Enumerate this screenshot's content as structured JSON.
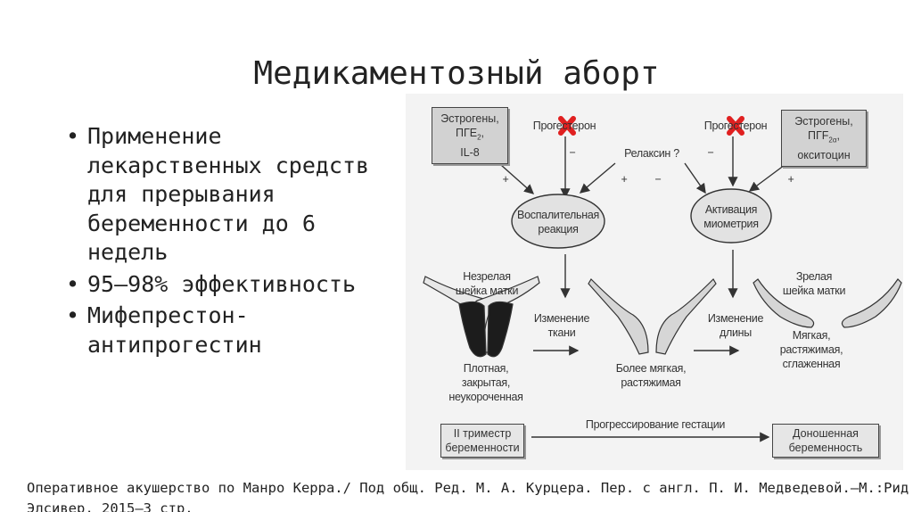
{
  "title": "Медикаментозный аборт",
  "bullets": [
    "Применение лекарственных средств для прерывания беременности до 6 недель",
    "95–98% эффективность",
    "Мифепрестон-антипрогестин"
  ],
  "bullet_symbol": "•",
  "citation": "Оперативное акушерство по Манро Керра./ Под общ. Ред. М. А. Курцера. Пер. с англ. П. И. Медведевой.–М.:Рид Элсивер, 2015–3 стр.",
  "diagram": {
    "left_box": {
      "line1": "Эстрогены,",
      "line2": "ПГЕ",
      "line2_sub": "2",
      "line2_tail": ",",
      "line3": "IL-8"
    },
    "right_box": {
      "line1": "Эстрогены,",
      "line2": "ПГF",
      "line2_sub": "2α",
      "line2_tail": ",",
      "line3": "окситоцин"
    },
    "progesterone_left": "Прогестерон",
    "progesterone_right": "Прогестерон",
    "relaxin": "Релаксин ?",
    "plus": "+",
    "minus": "−",
    "ellipse_left": [
      "Воспалительная",
      "реакция"
    ],
    "ellipse_right": [
      "Активация",
      "миометрия"
    ],
    "immature_label": [
      "Незрелая",
      "шейка матки"
    ],
    "mature_label": [
      "Зрелая",
      "шейка матки"
    ],
    "tissue_change": [
      "Изменение",
      "ткани"
    ],
    "length_change": [
      "Изменение",
      "длины"
    ],
    "immature_desc": [
      "Плотная,",
      "закрытая,",
      "неукороченная"
    ],
    "middle_desc": [
      "Более мягкая,",
      "растяжимая"
    ],
    "mature_desc": [
      "Мягкая,",
      "растяжимая,",
      "сглаженная"
    ],
    "progression": "Прогрессирование гестации",
    "start_box": [
      "II триместр",
      "беременности"
    ],
    "end_box": [
      "Доношенная",
      "беременность"
    ],
    "block_color": "#e02020"
  }
}
